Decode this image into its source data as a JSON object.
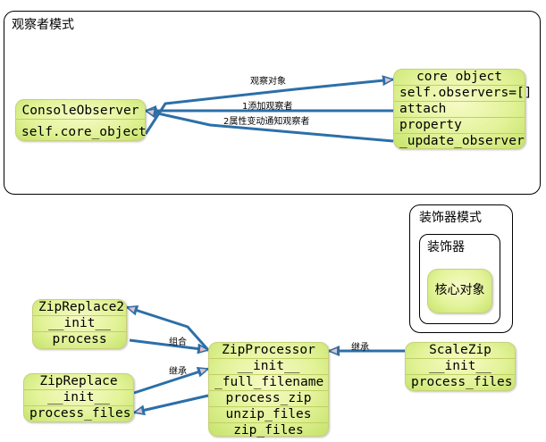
{
  "observer_frame": {
    "title": "观察者模式"
  },
  "decorator_frame": {
    "title": "装饰器模式",
    "inner_title": "装饰器",
    "core": "核心对象"
  },
  "nodes": {
    "console_observer": [
      "ConsoleObserver",
      "self.core_object"
    ],
    "core_object": [
      "core object",
      "self.observers=[]",
      "attach",
      "property",
      "_update_observer"
    ],
    "zip_replace2": [
      "ZipReplace2",
      "__init__",
      "process"
    ],
    "zip_replace": [
      "ZipReplace",
      "__init__",
      "process_files"
    ],
    "zip_processor": [
      "ZipProcessor",
      "__init__",
      "_full_filename",
      "process_zip",
      "unzip_files",
      "zip_files"
    ],
    "scale_zip": [
      "ScaleZip",
      "__init__",
      "process_files"
    ]
  },
  "edge_labels": {
    "observe_object": "观察对象",
    "add_observer": "1添加观察者",
    "notify_observer": "2属性变动通知观察者",
    "compose": "组合",
    "inherit_left": "继承",
    "inherit_right": "继承"
  },
  "colors": {
    "edge": "#2c6fa8",
    "node_fill": "#e3f39a",
    "node_border": "#c8d07a"
  }
}
